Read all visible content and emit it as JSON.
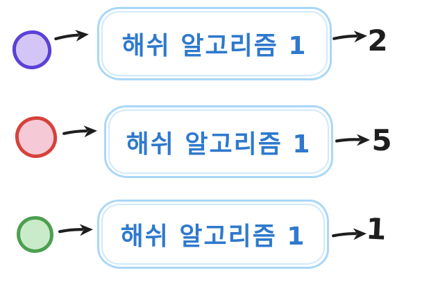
{
  "theme": {
    "background": "#ffffff",
    "box_border": "#a9d7f8",
    "box_text": "#2e79cd",
    "arrow": "#1e1e1e"
  },
  "rows": [
    {
      "circle": {
        "name": "purple-circle",
        "stroke": "#5b41d8",
        "fill": "#d3c6f6"
      },
      "box_label": "해쉬 알고리즘 1",
      "output": "2"
    },
    {
      "circle": {
        "name": "red-circle",
        "stroke": "#d5423b",
        "fill": "#f5c9d6"
      },
      "box_label": "해쉬 알고리즘 1",
      "output": "5"
    },
    {
      "circle": {
        "name": "green-circle",
        "stroke": "#4d9f50",
        "fill": "#c9ebc9"
      },
      "box_label": "해쉬 알고리즘 1",
      "output": "1"
    }
  ]
}
